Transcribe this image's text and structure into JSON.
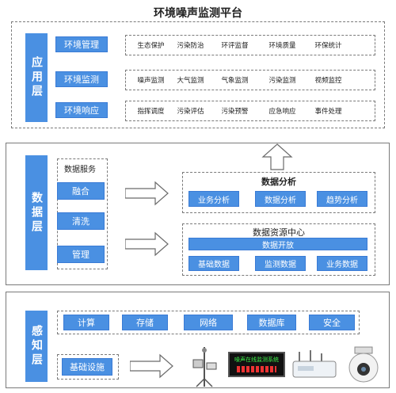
{
  "title": "环境噪声监测平台",
  "colors": {
    "accent": "#4a90e2",
    "border": "#7a7a7a"
  },
  "app_layer": {
    "label": "应用层",
    "rows": [
      {
        "name": "环境管理",
        "items": [
          "生态保护",
          "污染防治",
          "环评监督",
          "环境质量",
          "环保统计"
        ]
      },
      {
        "name": "环境监测",
        "items": [
          "噪声监测",
          "大气监测",
          "气象监测",
          "污染监测",
          "视频监控"
        ]
      },
      {
        "name": "环境响应",
        "items": [
          "指挥调度",
          "污染评估",
          "污染预警",
          "应急响应",
          "事件处理"
        ]
      }
    ]
  },
  "data_layer": {
    "label": "数据层",
    "service_title": "数据服务",
    "services": [
      "融合",
      "清洗",
      "管理"
    ],
    "analysis": {
      "title": "数据分析",
      "items": [
        "业务分析",
        "数据分析",
        "趋势分析"
      ]
    },
    "resource": {
      "title": "数据资源中心",
      "open": "数据开放",
      "items": [
        "基础数据",
        "监测数据",
        "业务数据"
      ]
    }
  },
  "perception_layer": {
    "label": "感知层",
    "infra": [
      "计算",
      "存储",
      "网络",
      "数据库",
      "安全"
    ],
    "base": "基础设施",
    "display_text": "噪声在线监测系统"
  }
}
